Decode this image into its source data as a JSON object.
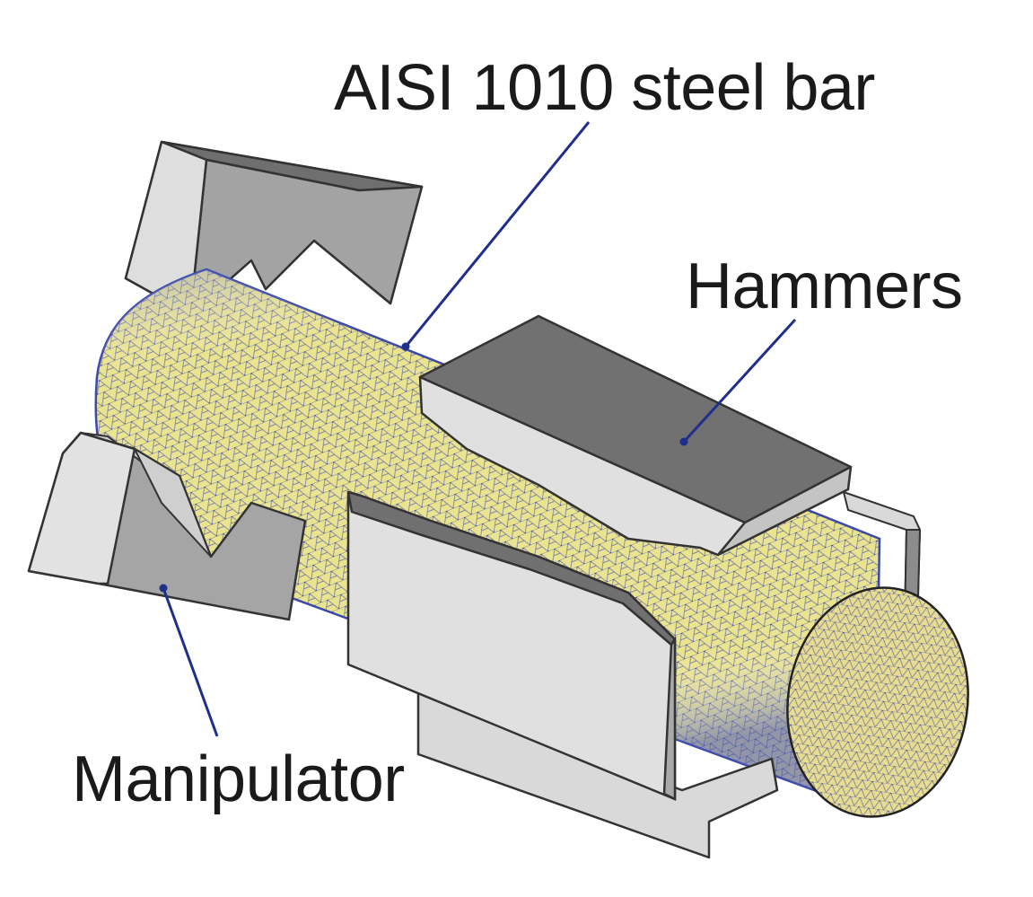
{
  "labels": {
    "bar": "AISI 1010 steel bar",
    "hammers": "Hammers",
    "manipulator": "Manipulator"
  },
  "colors": {
    "leader_line": "#1f2f8c",
    "mesh_fill": "#e6df86",
    "mesh_line": "#4a56a8",
    "block_top": "#6f6f6f",
    "block_side": "#d6d6d6",
    "block_front": "#a8a8a8",
    "block_edge": "#333333"
  }
}
